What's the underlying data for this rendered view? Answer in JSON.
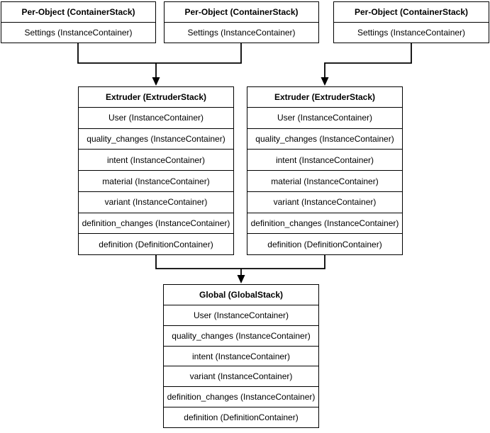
{
  "diagram": {
    "background_color": "#ffffff",
    "line_color": "#000000",
    "text_color": "#000000",
    "nodes": {
      "per_object_1": {
        "title": "Per-Object (ContainerStack)",
        "rows": [
          "Settings (InstanceContainer)"
        ]
      },
      "per_object_2": {
        "title": "Per-Object (ContainerStack)",
        "rows": [
          "Settings (InstanceContainer)"
        ]
      },
      "per_object_3": {
        "title": "Per-Object (ContainerStack)",
        "rows": [
          "Settings (InstanceContainer)"
        ]
      },
      "extruder_1": {
        "title": "Extruder (ExtruderStack)",
        "rows": [
          "User (InstanceContainer)",
          "quality_changes (InstanceContainer)",
          "intent (InstanceContainer)",
          "material (InstanceContainer)",
          "variant (InstanceContainer)",
          "definition_changes (InstanceContainer)",
          "definition (DefinitionContainer)"
        ]
      },
      "extruder_2": {
        "title": "Extruder (ExtruderStack)",
        "rows": [
          "User (InstanceContainer)",
          "quality_changes (InstanceContainer)",
          "intent (InstanceContainer)",
          "material (InstanceContainer)",
          "variant (InstanceContainer)",
          "definition_changes (InstanceContainer)",
          "definition (DefinitionContainer)"
        ]
      },
      "global": {
        "title": "Global (GlobalStack)",
        "rows": [
          "User (InstanceContainer)",
          "quality_changes (InstanceContainer)",
          "intent (InstanceContainer)",
          "variant (InstanceContainer)",
          "definition_changes (InstanceContainer)",
          "definition (DefinitionContainer)"
        ]
      }
    },
    "edges": [
      {
        "from": "per_object_1",
        "to": "extruder_1"
      },
      {
        "from": "per_object_2",
        "to": "extruder_1"
      },
      {
        "from": "per_object_3",
        "to": "extruder_2"
      },
      {
        "from": "extruder_1",
        "to": "global"
      },
      {
        "from": "extruder_2",
        "to": "global"
      }
    ]
  }
}
